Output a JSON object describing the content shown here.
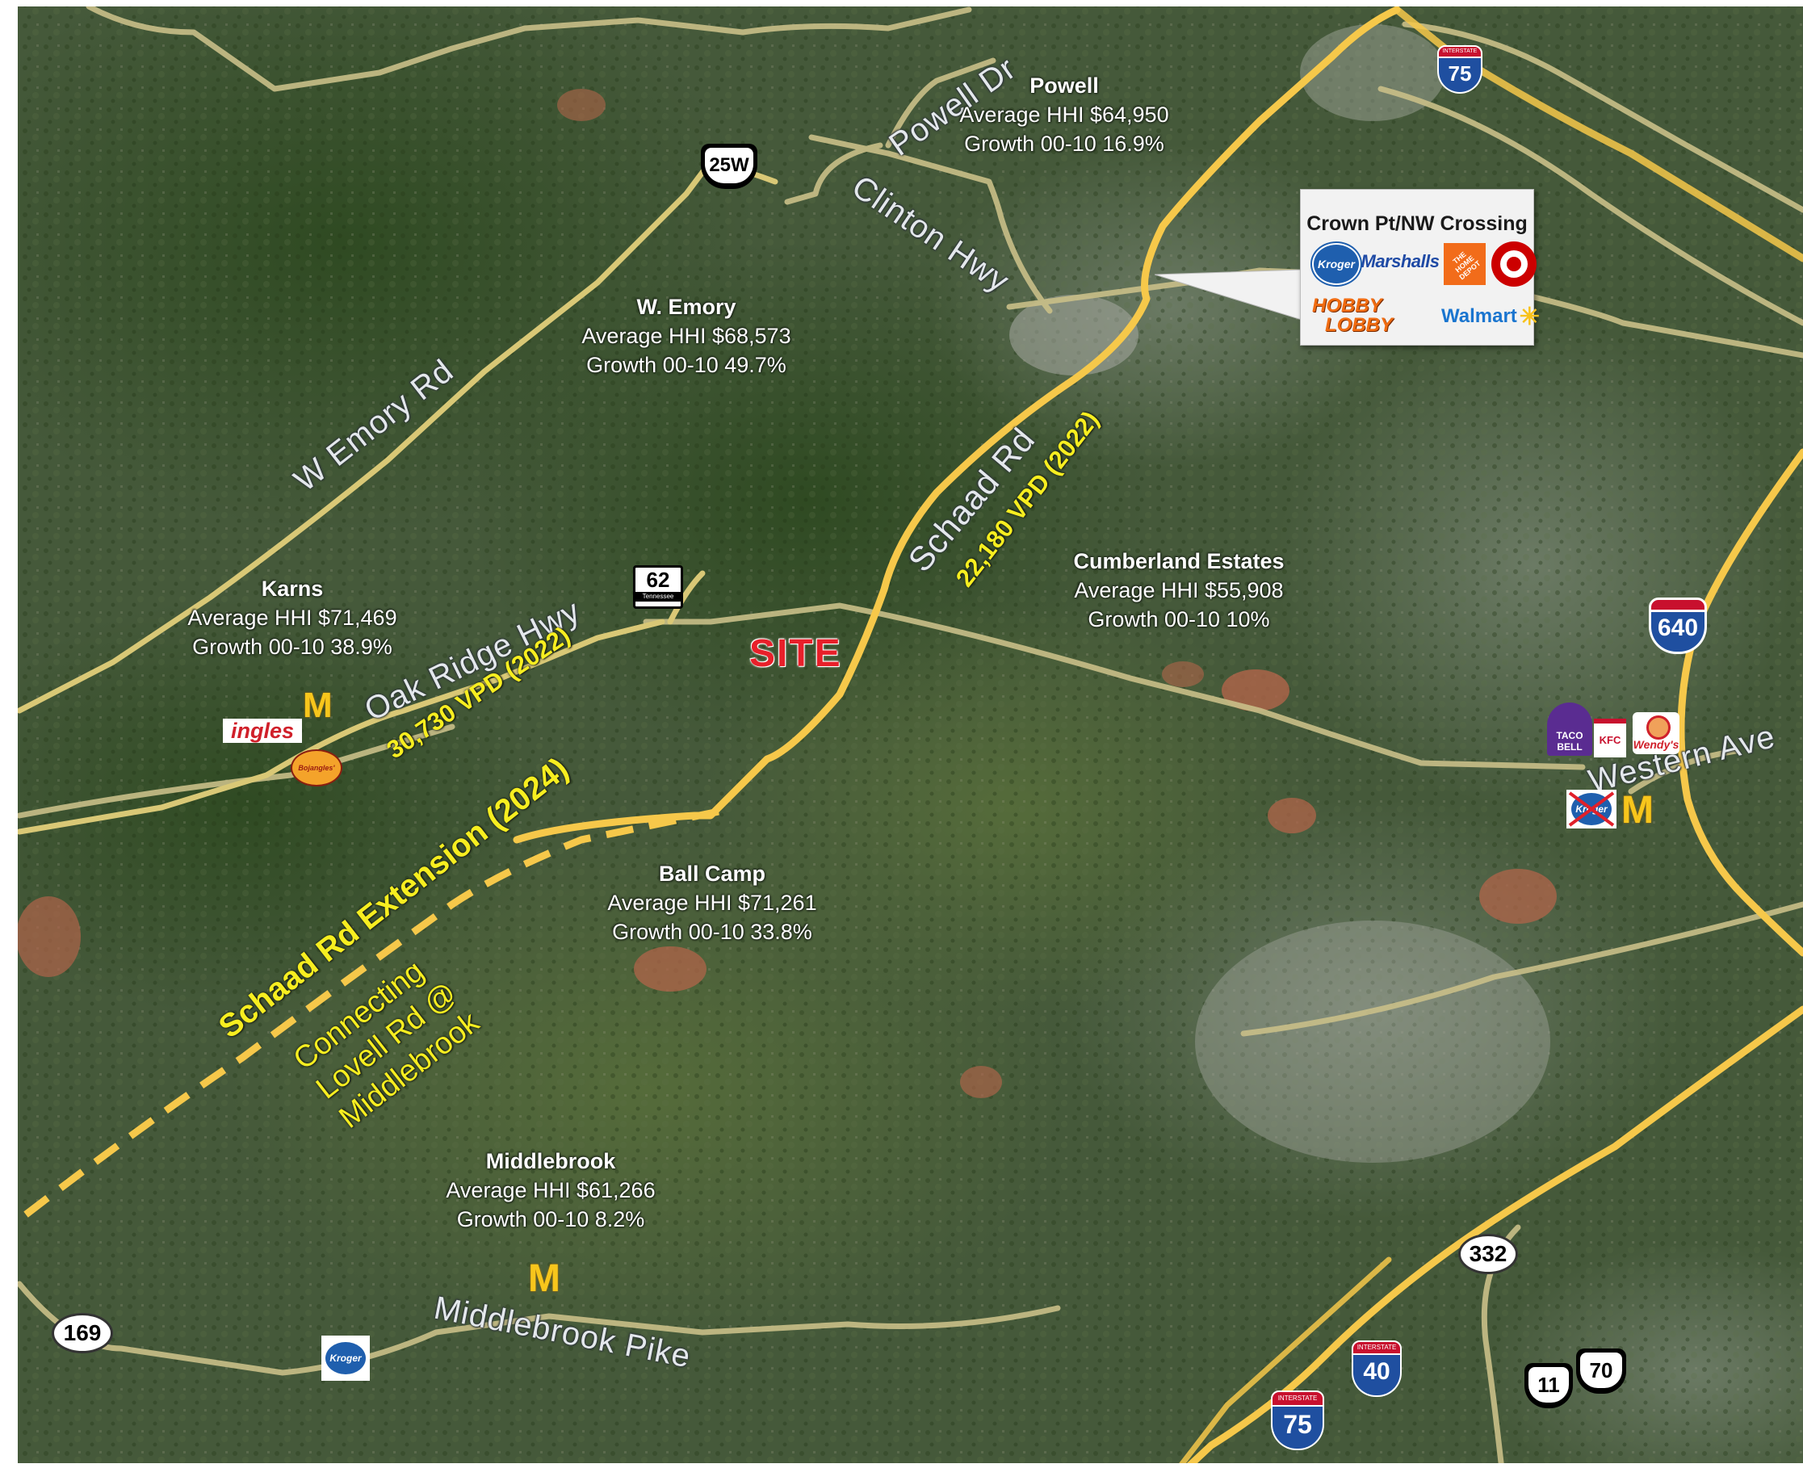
{
  "colors": {
    "road_main": "#f6c84a",
    "road_minor": "#c9bf88",
    "extension": "#f6c84a",
    "label_yellow": "#f7ee20",
    "site_red": "#e8202a",
    "interstate_blue": "#1f4fa0",
    "interstate_red": "#c8102e"
  },
  "roads": {
    "w_emory": "W Emory Rd",
    "oak_ridge": "Oak Ridge Hwy",
    "powell_dr": "Powell Dr",
    "clinton": "Clinton Hwy",
    "schaad": "Schaad Rd",
    "western": "Western Ave",
    "middlebrook": "Middlebrook Pike"
  },
  "traffic": {
    "oak_ridge": "30,730 VPD (2022)",
    "schaad": "22,180 VPD (2022)"
  },
  "extension": {
    "title": "Schaad Rd Extension (2024)",
    "line1": "Connecting",
    "line2": "Lovell Rd @",
    "line3": "Middlebrook"
  },
  "site_label": "SITE",
  "areas": [
    {
      "name": "Powell",
      "hhi": "Average HHI $64,950",
      "growth": "Growth 00-10 16.9%"
    },
    {
      "name": "W. Emory",
      "hhi": "Average HHI $68,573",
      "growth": "Growth 00-10 49.7%"
    },
    {
      "name": "Karns",
      "hhi": "Average HHI $71,469",
      "growth": "Growth 00-10 38.9%"
    },
    {
      "name": "Cumberland Estates",
      "hhi": "Average HHI $55,908",
      "growth": "Growth 00-10 10%"
    },
    {
      "name": "Ball Camp",
      "hhi": "Average HHI $71,261",
      "growth": "Growth 00-10 33.8%"
    },
    {
      "name": "Middlebrook",
      "hhi": "Average HHI $61,266",
      "growth": "Growth 00-10 8.2%"
    }
  ],
  "callout": {
    "title": "Crown Pt/NW Crossing",
    "logos": {
      "kroger": "Kroger",
      "marshalls": "Marshalls",
      "homedepot": "THE HOME DEPOT",
      "hobby1": "HOBBY",
      "hobby2": "LOBBY",
      "walmart": "Walmart"
    }
  },
  "retail_logos": {
    "ingles": "ingles",
    "mcdonalds": "M",
    "kroger": "Kroger",
    "taco1": "TACO",
    "taco2": "BELL",
    "wendys": "Wendy's",
    "kfc": "KFC",
    "bojangles": "Bojangles'"
  },
  "shields": {
    "us25w": "25W",
    "tn62": "62",
    "tn62_sub": "Tennessee",
    "i75_top": "75",
    "i640": "640",
    "tn332": "332",
    "tn169": "169",
    "i40": "40",
    "i75_bottom": "75",
    "us11": "11",
    "us70": "70",
    "interstate_word": "INTERSTATE",
    "state_word": "TENNESSEE"
  }
}
